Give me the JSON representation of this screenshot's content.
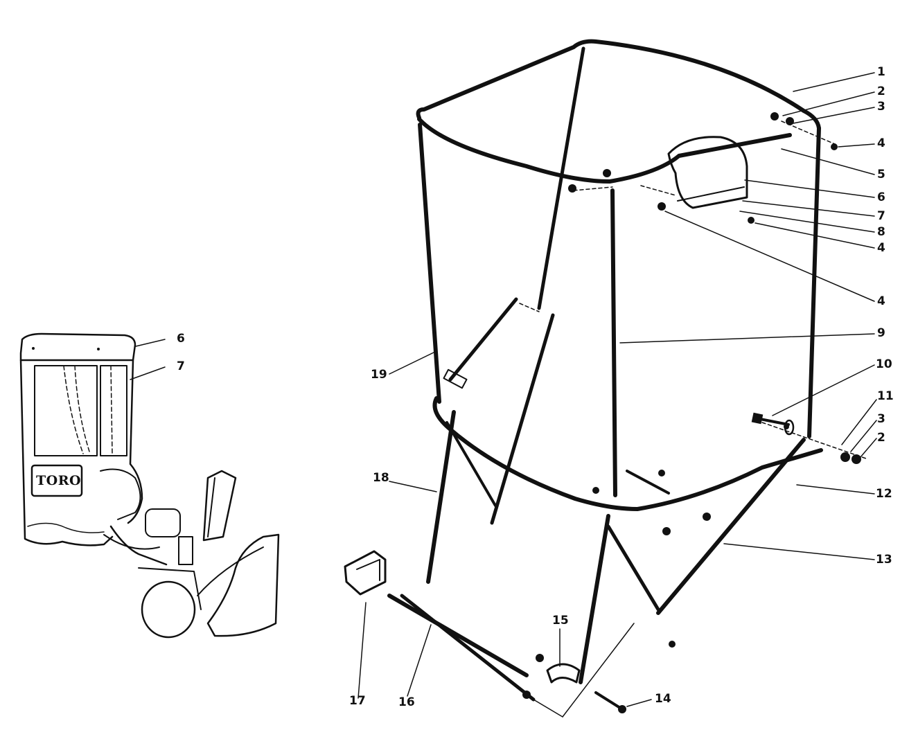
{
  "diagram": {
    "brand_label": "TORO",
    "callouts": {
      "c1": "1",
      "c2a": "2",
      "c3a": "3",
      "c4a": "4",
      "c5": "5",
      "c6a": "6",
      "c7a": "7",
      "c8": "8",
      "c4b": "4",
      "c4c": "4",
      "c9": "9",
      "c10": "10",
      "c11": "11",
      "c3b": "3",
      "c2b": "2",
      "c12": "12",
      "c13": "13",
      "c14": "14",
      "c15": "15",
      "c16": "16",
      "c17": "17",
      "c18": "18",
      "c19": "19",
      "c6b": "6",
      "c7b": "7"
    }
  }
}
